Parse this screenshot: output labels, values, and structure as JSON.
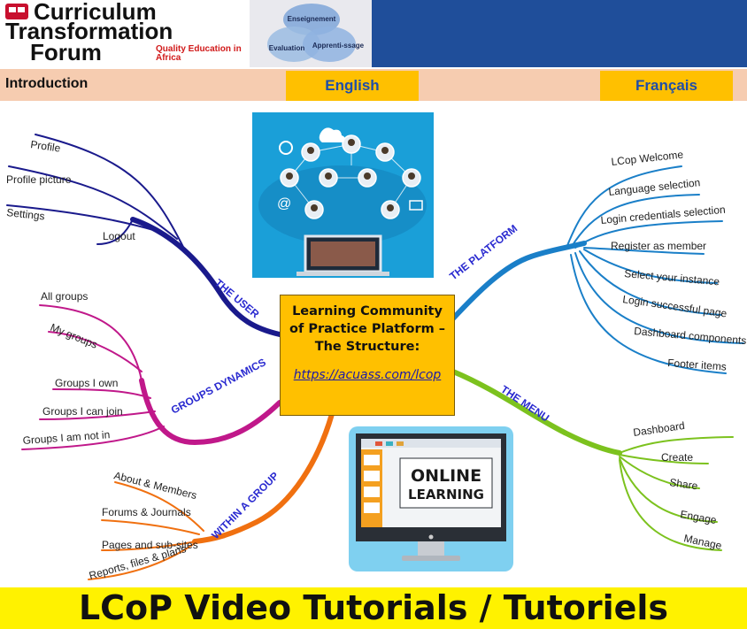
{
  "header": {
    "logo_line1": "Curriculum",
    "logo_line2": "Transformation",
    "logo_line3": "Forum",
    "logo_tagline": "Quality Education in Africa",
    "venn_top": "Enseignement",
    "venn_left": "Evaluation",
    "venn_right": "Apprenti-ssage"
  },
  "menu": {
    "intro": "Introduction",
    "english": "English",
    "francais": "Français"
  },
  "center": {
    "title": "Learning Community of Practice Platform – The Structure:",
    "link": "https://acuass.com/lcop"
  },
  "branches": {
    "user": {
      "label": "THE USER",
      "items": [
        "Profile",
        "Profile picture",
        "Settings",
        "Logout"
      ]
    },
    "groups": {
      "label": "GROUPS DYNAMICS",
      "items": [
        "All groups",
        "My groups",
        "Groups I own",
        "Groups I can join",
        "Groups I am not in"
      ]
    },
    "within": {
      "label": "WITHIN A GROUP",
      "items": [
        "About & Members",
        "Forums & Journals",
        "Pages and sub-sites",
        "Reports, files & plans"
      ]
    },
    "platform": {
      "label": "THE PLATFORM",
      "items": [
        "LCop Welcome",
        "Language selection",
        "Login credentials selection",
        "Register as member",
        "Select your instance",
        "Login successful page",
        "Dashboard components",
        "Footer items"
      ]
    },
    "menu": {
      "label": "THE MENU",
      "items": [
        "Dashboard",
        "Create",
        "Share",
        "Engage",
        "Manage"
      ]
    }
  },
  "images": {
    "online_line1": "ONLINE",
    "online_line2": "LEARNING"
  },
  "footer": {
    "title": "LCoP Video Tutorials / Tutoriels"
  },
  "colors": {
    "user": "#1a1a8c",
    "groups": "#c0188a",
    "within": "#f07010",
    "platform": "#1a7fc8",
    "menu": "#7cc21e",
    "header_blue": "#1f4e9a",
    "yellow": "#ffc000",
    "footer": "#fff200"
  }
}
